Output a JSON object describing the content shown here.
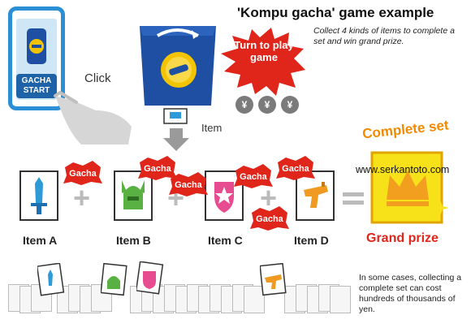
{
  "title": "'Kompu gacha' game example",
  "subtitle": "Collect 4 kinds of items to complete a set and win grand prize.",
  "phone": {
    "button_label": "GACHA START"
  },
  "click_label": "Click",
  "machine": {
    "bubble_label": "Turn to play game",
    "item_label": "Item",
    "currency": [
      "¥",
      "¥",
      "¥"
    ]
  },
  "gacha_badge": "Gacha",
  "items": [
    {
      "name": "Item A",
      "icon": "sword-icon",
      "color": "#2e9ad8"
    },
    {
      "name": "Item B",
      "icon": "helmet-icon",
      "color": "#59b043"
    },
    {
      "name": "Item C",
      "icon": "shield-icon",
      "color": "#e64c8f"
    },
    {
      "name": "Item D",
      "icon": "gun-icon",
      "color": "#f09a22"
    }
  ],
  "complete_set": "Complete set",
  "watermark": "www.serkantoto.com",
  "grand_prize": "Grand prize",
  "note": "In some cases, collecting a complete set can cost hundreds of thousands of yen.",
  "colors": {
    "badge_red": "#e0251b",
    "machine_blue": "#1e4fa3",
    "prize_yellow": "#f7e21a",
    "accent_orange": "#f28a00"
  }
}
